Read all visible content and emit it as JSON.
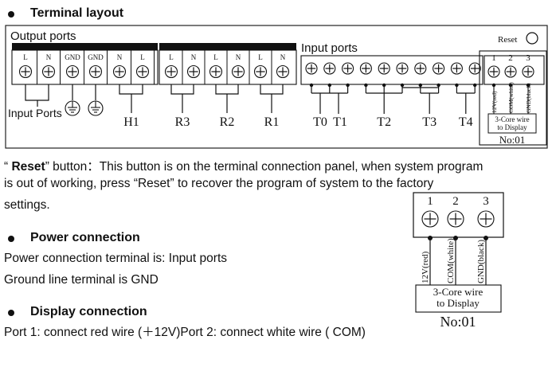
{
  "sections": {
    "terminal_layout": {
      "heading": "Terminal layout"
    },
    "reset_button": {
      "line1_quote_open": "“ ",
      "line1_bold": "Reset",
      "line1_rest": "” button：This button is on the terminal connection panel, when system program",
      "line2": "is out of working, press “Reset” to recover the program of system to the factory",
      "line3": "settings."
    },
    "power": {
      "heading": "Power connection",
      "line1": "Power connection terminal is: Input ports",
      "line2": "Ground line terminal is GND"
    },
    "display": {
      "heading": "Display connection",
      "line1": "Port 1: connect red wire (＋12V)Port 2: connect white wire ( COM)"
    }
  },
  "diagram": {
    "output_ports_label": "Output ports",
    "input_ports_label": "Input ports",
    "reset_label": "Reset",
    "output_terminals": [
      "L",
      "N",
      "GND",
      "GND",
      "N",
      "L"
    ],
    "relay_terminals": [
      "L",
      "N",
      "L",
      "N",
      "L",
      "N"
    ],
    "input_terminal_count": 10,
    "display_terminals": [
      "1",
      "2",
      "3"
    ],
    "display_wires": [
      "12V(red)",
      "COM(white)",
      "GND(black)"
    ],
    "display_box_line1": "3-Core wire",
    "display_box_line2": "to Display",
    "display_no": "No:01",
    "input_ports_note": "Input Ports",
    "output_labels": [
      "H1",
      "R3",
      "R2",
      "R1"
    ],
    "sensor_labels": [
      "T0",
      "T1",
      "T2",
      "T3",
      "T4"
    ]
  },
  "detail": {
    "terminals": [
      "1",
      "2",
      "3"
    ],
    "wires": [
      "12V(red)",
      "COM(white)",
      "GND(black)"
    ],
    "box_line1": "3-Core wire",
    "box_line2": "to Display",
    "no": "No:01"
  }
}
